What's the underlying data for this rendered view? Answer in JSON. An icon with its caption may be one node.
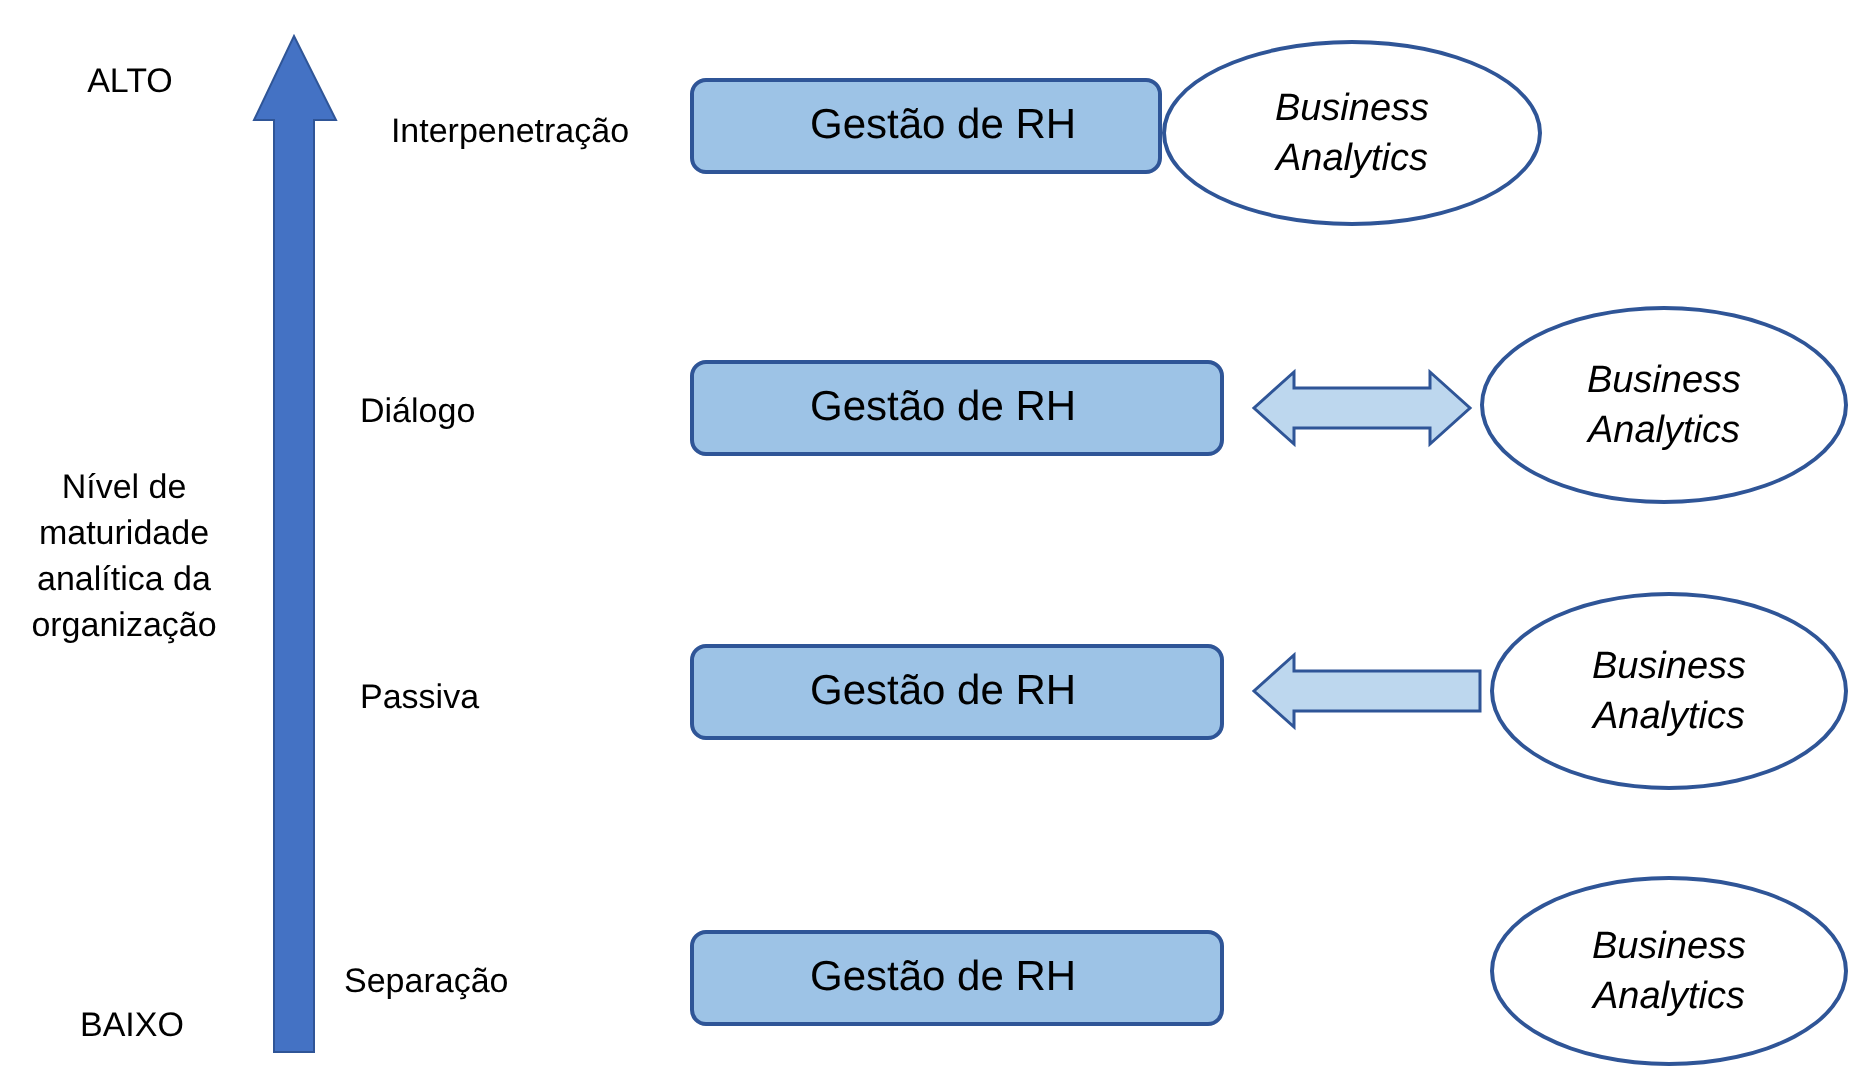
{
  "diagram": {
    "nodes": [
      {
        "text": [
          "Gestão de RH"
        ]
      },
      {
        "text": [
          "Business Analytics"
        ]
      },
      {
        "text": [
          "Gestão de RH"
        ]
      },
      {
        "text": [
          "Business Analytics"
        ]
      },
      {
        "text": [
          "Gestão de RH"
        ]
      },
      {
        "text": [
          "Business Analytics"
        ]
      },
      {
        "text": [
          "Gestão de RH"
        ]
      },
      {
        "text": [
          "Business Analytics"
        ]
      }
    ],
    "edges": [
      {
        "from": 2,
        "to": 3,
        "arrow": "both"
      },
      {
        "from": 5,
        "to": 4,
        "arrow": "to"
      }
    ],
    "labels": [
      "ALTO",
      "Interpenetração",
      "Diálogo",
      "Nível de maturidade analítica da organização",
      "Passiva",
      "Separação",
      "BAIXO"
    ]
  }
}
